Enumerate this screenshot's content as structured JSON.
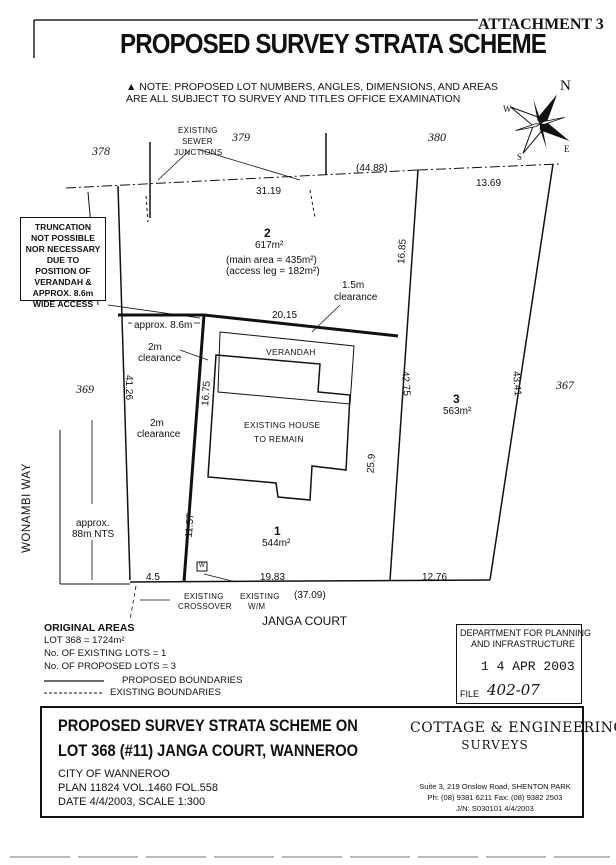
{
  "attachment": "ATTACHMENT 3",
  "title": "PROPOSED SURVEY STRATA SCHEME",
  "note": {
    "line1": "▲ NOTE:  PROPOSED LOT NUMBERS, ANGLES, DIMENSIONS, AND AREAS",
    "line2": "ARE ALL SUBJECT TO SURVEY AND TITLES OFFICE EXAMINATION"
  },
  "compass": {
    "n": "N",
    "s": "S",
    "e": "E",
    "w": "W"
  },
  "plan": {
    "neighbour_lots": [
      "378",
      "379",
      "380",
      "369",
      "367"
    ],
    "sewer_label": [
      "EXISTING",
      "SEWER",
      "JUNCTIONS"
    ],
    "lot2": {
      "number": "2",
      "area": "617m²",
      "main": "(main area = 435m²)",
      "access": "(access leg = 182m²)"
    },
    "lot1": {
      "number": "1",
      "area": "544m²"
    },
    "lot3": {
      "number": "3",
      "area": "563m²"
    },
    "verandah": "VERANDAH",
    "house": [
      "EXISTING HOUSE",
      "TO REMAIN"
    ],
    "clearance_15": [
      "1.5m",
      "clearance"
    ],
    "clearance_2a": [
      "2m",
      "clearance"
    ],
    "clearance_2b": [
      "2m",
      "clearance"
    ],
    "approx_86": "approx. 8.6m",
    "approx_88": [
      "approx.",
      "88m NTS"
    ],
    "road_way": "WONAMBI WAY",
    "road_court": "JANGA COURT",
    "crossover": [
      "EXISTING",
      "CROSSOVER"
    ],
    "wm": [
      "EXISTING",
      "W/M"
    ],
    "wm_box": "W",
    "dims": {
      "d4488": "(44.88)",
      "d3119": "31.19",
      "d1369": "13.69",
      "d2015": "20.15",
      "d1685": "16.85",
      "d4126": "41.26",
      "d1675": "16.75",
      "d4275": "42.75",
      "d4341": "43.41",
      "d259": "25.9",
      "d1157": "11.57",
      "d45": "4.5",
      "d1983": "19.83",
      "d3709": "(37.09)",
      "d1276": "12.76"
    },
    "truncation": [
      "TRUNCATION",
      "NOT POSSIBLE",
      "NOR NECESSARY",
      "DUE TO",
      "POSITION OF",
      "VERANDAH &",
      "APPROX. 8.6m",
      "WIDE ACCESS"
    ]
  },
  "original_areas": {
    "heading": "ORIGINAL AREAS",
    "lot": "LOT 368 = 1724m²",
    "existing": "No. OF EXISTING LOTS = 1",
    "proposed": "No. OF PROPOSED LOTS = 3",
    "legend_proposed": "PROPOSED BOUNDARIES",
    "legend_existing": "EXISTING BOUNDARIES"
  },
  "department": {
    "line1": "DEPARTMENT FOR PLANNING",
    "line2": "AND INFRASTRUCTURE",
    "date": "1 4 APR 2003",
    "file_label": "FILE",
    "file_no": "402-07"
  },
  "title_block": {
    "h1": "PROPOSED SURVEY STRATA SCHEME ON",
    "h2": "LOT 368 (#11) JANGA COURT, WANNEROO",
    "city": "CITY OF WANNEROO",
    "plan": "PLAN 11824   VOL.1460   FOL.558",
    "date": "DATE 4/4/2003,    SCALE 1:300",
    "company1": "COTTAGE & ENGINEERING",
    "company2": "SURVEYS",
    "address": "Suite 3, 219 Onslow Road, SHENTON PARK",
    "phone": "Ph: (08) 9381 6211  Fax: (08) 9382 2503",
    "job": "J/N: S030101   4/4/2003"
  }
}
